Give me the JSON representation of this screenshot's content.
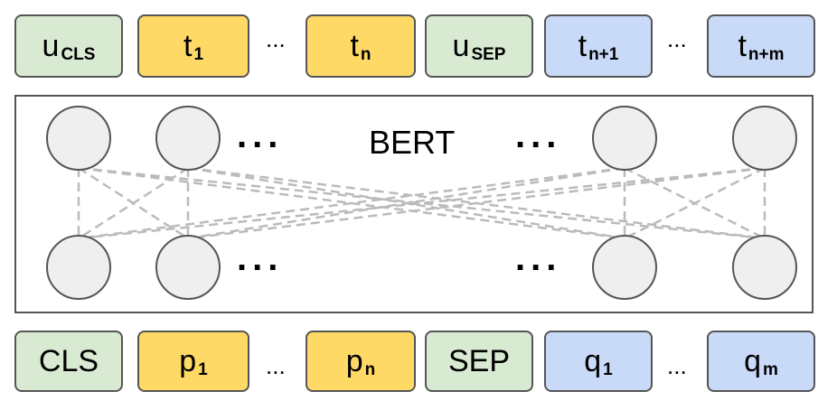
{
  "output_tokens": [
    {
      "base": "u",
      "sub": "CLS"
    },
    {
      "base": "t",
      "sub": "1"
    },
    {
      "base": "t",
      "sub": "n"
    },
    {
      "base": "u",
      "sub": "SEP"
    },
    {
      "base": "t",
      "sub": "n+1"
    },
    {
      "base": "t",
      "sub": "n+m"
    }
  ],
  "input_tokens": [
    {
      "base": "CLS",
      "sub": ""
    },
    {
      "base": "p",
      "sub": "1"
    },
    {
      "base": "p",
      "sub": "n"
    },
    {
      "base": "SEP",
      "sub": ""
    },
    {
      "base": "q",
      "sub": "1"
    },
    {
      "base": "q",
      "sub": "m"
    }
  ],
  "ellipsis": "...",
  "model_label": "BERT",
  "model_dots": "...",
  "colors": {
    "segment_special": "#d9ead3",
    "segment_a": "#ffd966",
    "segment_b": "#c9daf8",
    "node_fill": "#efefef",
    "connection": "#bbbbbb"
  }
}
